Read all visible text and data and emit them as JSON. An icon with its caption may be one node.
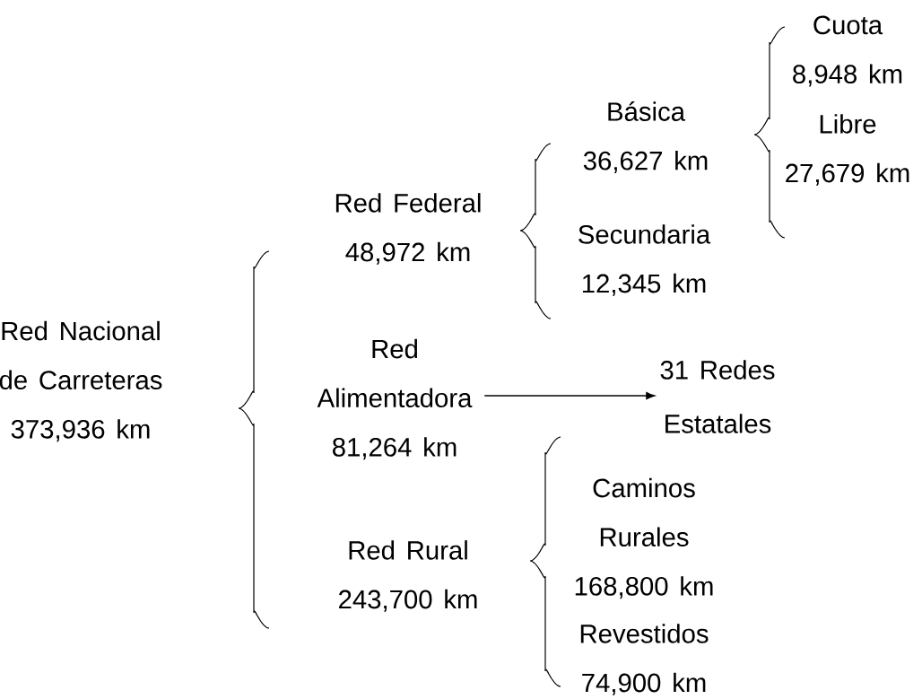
{
  "diagram": {
    "nodes": [
      {
        "text": [
          "Red Alimentadora 81,264 km"
        ]
      },
      {
        "text": [
          "31 Redes Estatales"
        ]
      }
    ],
    "edges": [
      {
        "from": 0,
        "to": 1,
        "arrow": "to"
      }
    ],
    "labels": [
      "Cuota 8,948 km",
      "Libre 27,679 km",
      "Básica 36,627 km",
      "Red Federal 48,972 km",
      "Secundaria 12,345 km",
      "Red Nacional de Carreteras 373,936 km",
      "Caminos Rurales 168,800 km",
      "Red Rural 243,700 km",
      "Revestidos 74,900 km"
    ]
  }
}
